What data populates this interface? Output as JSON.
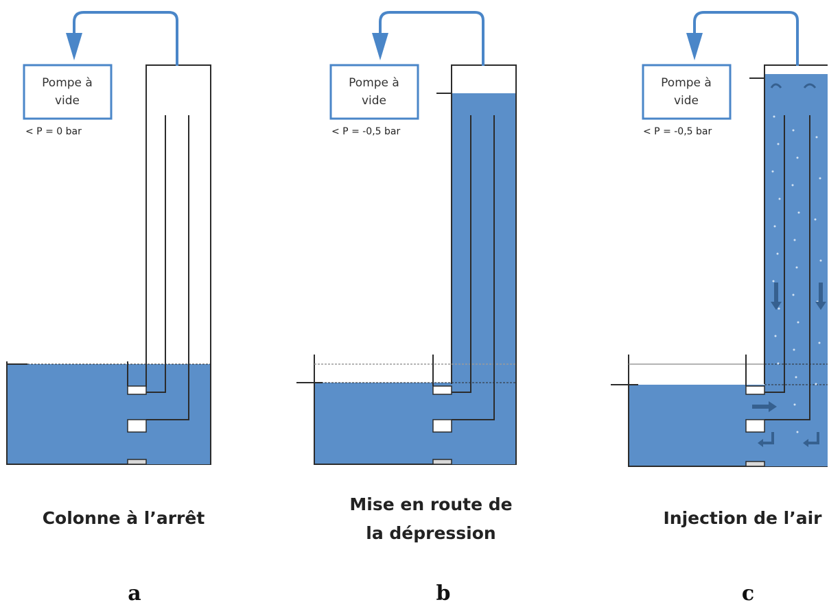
{
  "colors": {
    "water": "#5b8fc9",
    "accent_blue": "#4a86c8",
    "outline": "#2b2b2b",
    "dark_arrow": "#36608f",
    "bubble": "#e8f1fa"
  },
  "panels": [
    {
      "letter": "a",
      "pump_line1": "Pompe à",
      "pump_line2": "vide",
      "pressure": "< P = 0 bar",
      "caption_line1": "Colonne à l’arrêt",
      "caption_line2": ""
    },
    {
      "letter": "b",
      "pump_line1": "Pompe à",
      "pump_line2": "vide",
      "pressure": "< P = -0,5 bar",
      "caption_line1": "Mise en route de",
      "caption_line2": "la dépression"
    },
    {
      "letter": "c",
      "pump_line1": "Pompe à",
      "pump_line2": "vide",
      "pressure": "< P = -0,5 bar",
      "caption_line1": "Injection de l’air",
      "caption_line2": ""
    }
  ]
}
